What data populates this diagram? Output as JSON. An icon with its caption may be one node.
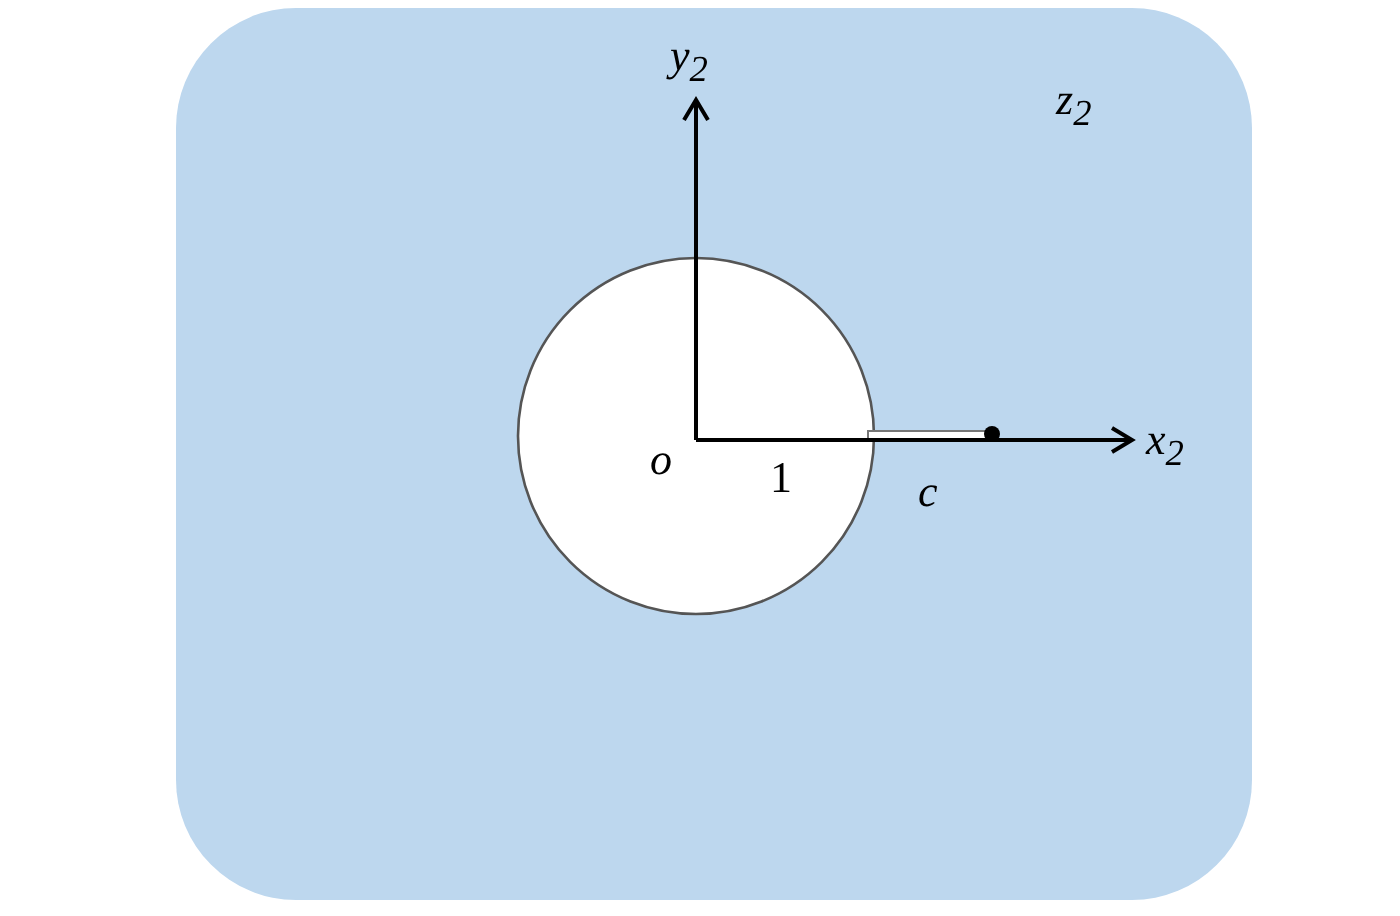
{
  "diagram": {
    "labels": [
      "y$_{2}$",
      "z$_{2}$",
      "o",
      "1",
      "c",
      "x$_{2}$"
    ]
  }
}
